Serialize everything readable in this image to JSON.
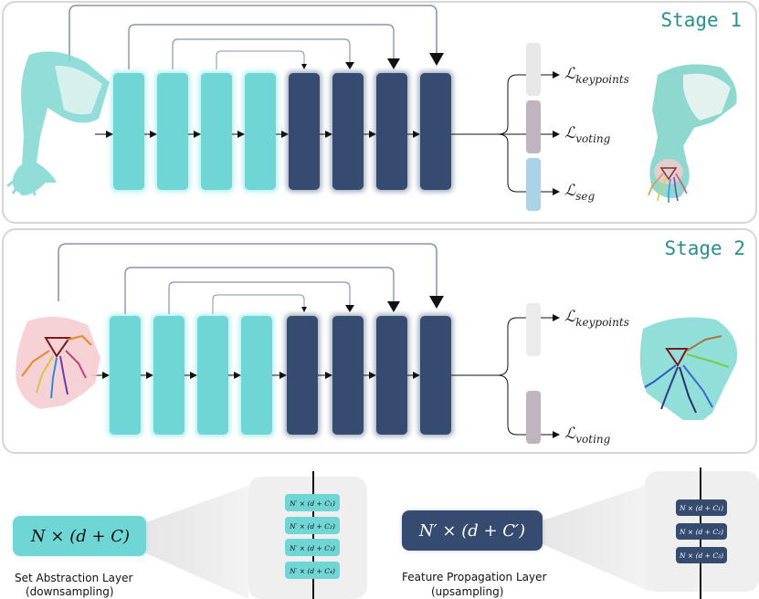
{
  "stage1": {
    "title": "Stage 1",
    "losses": [
      {
        "main": "ℒ",
        "sub": "keypoints"
      },
      {
        "main": "ℒ",
        "sub": "voting"
      },
      {
        "main": "ℒ",
        "sub": "seg"
      }
    ]
  },
  "stage2": {
    "title": "Stage 2",
    "losses": [
      {
        "main": "ℒ",
        "sub": "keypoints"
      },
      {
        "main": "ℒ",
        "sub": "voting"
      }
    ]
  },
  "legend": {
    "sa": {
      "formula": "N × (d + C)",
      "label_line1": "Set Abstraction Layer",
      "label_line2": "(downsampling)",
      "stack": [
        "N′ × (d + C₁)",
        "N′ × (d + C₂)",
        "N′ × (d + C₃)",
        "N′ × (d + C₄)"
      ]
    },
    "fp": {
      "formula": "N′ × (d + C′)",
      "label_line1": "Feature Propagation Layer",
      "label_line2": "(upsampling)",
      "stack": [
        "N × (d + C₁)",
        "N × (d + C₂)",
        "N × (d + C₃)"
      ]
    }
  },
  "colors": {
    "sa_block": "#6fd5d5",
    "fp_block": "#354c70",
    "loss_keypoints": "#e8e8e8",
    "loss_voting": "#bfb5bf",
    "loss_seg": "#a9d3e6",
    "stage_title": "#2a8f8f"
  }
}
